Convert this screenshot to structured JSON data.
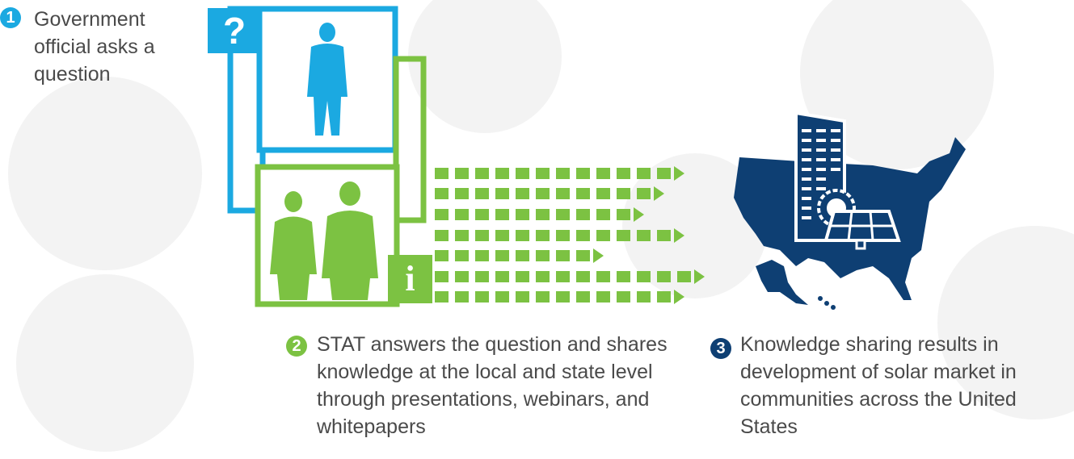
{
  "steps": [
    {
      "number": "1",
      "text": "Government official asks a question"
    },
    {
      "number": "2",
      "text": "STAT answers the question and shares knowledge at the local and state level through presentations, webinars, and whitepapers"
    },
    {
      "number": "3",
      "text": "Knowledge sharing results in development of solar market in communities across the United States"
    }
  ],
  "icons": {
    "question": "?",
    "info": "i"
  },
  "colors": {
    "blue": "#1ba9e1",
    "green": "#7cc242",
    "navy": "#0e3f73",
    "text": "#4a4a4a",
    "gear": "#f1f1f1"
  }
}
